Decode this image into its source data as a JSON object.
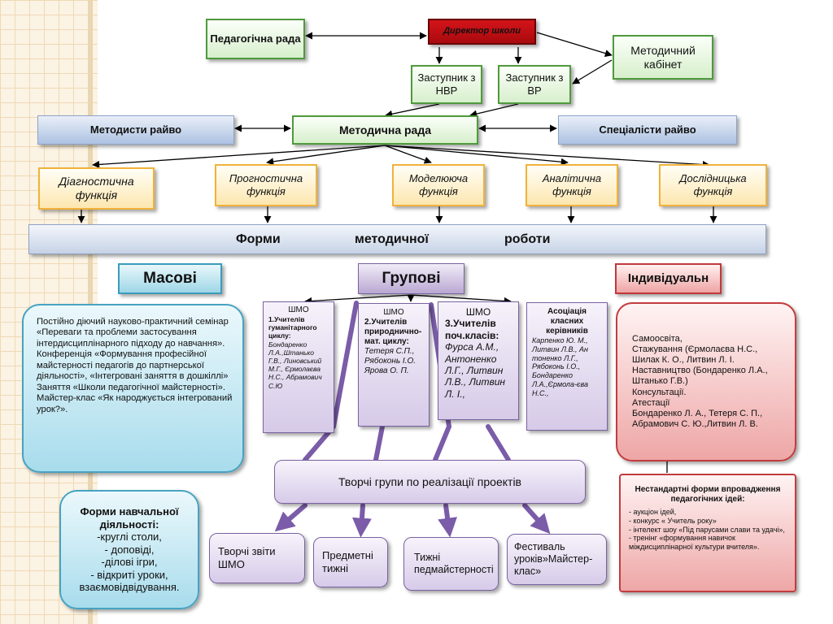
{
  "top": {
    "director": "Директор школи",
    "ped_rada": "Педагогічна рада",
    "met_kabinet": "Методичний кабінет",
    "zast_nvr": "Заступник з НВР",
    "zast_vr": "Заступник з ВР",
    "metodysty": "Методисти райво",
    "met_rada": "Методична рада",
    "specialisty": "Спеціалісти райво"
  },
  "functions": [
    "Діагностична функція",
    "Прогностична функція",
    "Моделююча функція",
    "Аналітична функція",
    "Дослідницька функція"
  ],
  "forms": {
    "w1": "Форми",
    "w2": "методичної",
    "w3": "роботи"
  },
  "branches": {
    "masovi": "Масові",
    "grupovi": "Групові",
    "individual": "Індивідуальн"
  },
  "masovi_text": [
    "Постійно діючий науково-практичний семінар «Переваги та проблеми застосування інтердисциплінарного підходу до навчання».",
    "Конференція «Формування професійної майстерності педагогів до партнерської діяльності», «Інтегровані заняття в дошкіллі»",
    "Заняття «Школи педагогічної майстерності».",
    "Майстер-клас «Як народжується інтегрований урок?»."
  ],
  "navch_forms": {
    "title": "Форми навчальної діяльності:",
    "items": [
      "-круглі столи,",
      "- доповіді,",
      "-ділові ігри,",
      "- відкриті уроки,",
      "взаємовідвідування."
    ]
  },
  "shmo": [
    {
      "head": "ШМО",
      "title": "1.Учителів гуманітарного циклу:",
      "names": "Бондаренко Л.А.,Штанько Г.В., Линовський М.Г., Єрмолаєва Н.С., Абрамович С.Ю"
    },
    {
      "head": "ШМО",
      "title": "2.Учителів природнично-мат. циклу:",
      "names": "Тетеря С.П., Рябоконь І.О. Ярова О. П."
    },
    {
      "head": "ШМО",
      "title": "3.Учителів поч.класів:",
      "names": "Фурса А.М., Антоненко Л.Г., Литвин Л.В., Литвин Л. І.,"
    },
    {
      "head": "",
      "title": "Асоціація класних керівників",
      "names": "Карпенко Ю. М., Литвин Л.В., Ан тоненко Л.Г., Рябоконь І.О., Бондаренко Л.А.,Єрмола-єва Н.С.,"
    }
  ],
  "tvorchi_grupy": "Творчі групи по реалізації проектів",
  "bottom_boxes": [
    "Творчі звіти ШМО",
    "Предметні тижні",
    "Тижні педмайстерності",
    "Фестиваль уроків»Майстер-клас»"
  ],
  "individual_text": [
    "Самоосвіта,",
    "Стажування (Єрмолаєва Н.С., Шилак К. О., Литвин Л. І.",
    "Наставництво (Бондаренко Л.А., Штанько Г.В.)",
    "Консультації.",
    "Атестації",
    "Бондаренко Л. А., Тетеря С. П., Абрамович С. Ю.,Литвин Л. В."
  ],
  "nestandart": {
    "title": "Нестандартні форми впровадження педагогічних ідей:",
    "items": [
      "- аукціон ідей,",
      "- конкурс « Учитель року»",
      "- інтелект шоу «Під парусами слави та удачі»,",
      "- тренінг «формування навичок міждисциплінарної культури вчителя»."
    ]
  },
  "colors": {
    "director": "#c0101a",
    "green_border": "#4f9a3c",
    "orange_border": "#f1b23a",
    "purple": "#7a62a0",
    "cyan": "#46a3c2",
    "pink": "#c23c3e"
  }
}
